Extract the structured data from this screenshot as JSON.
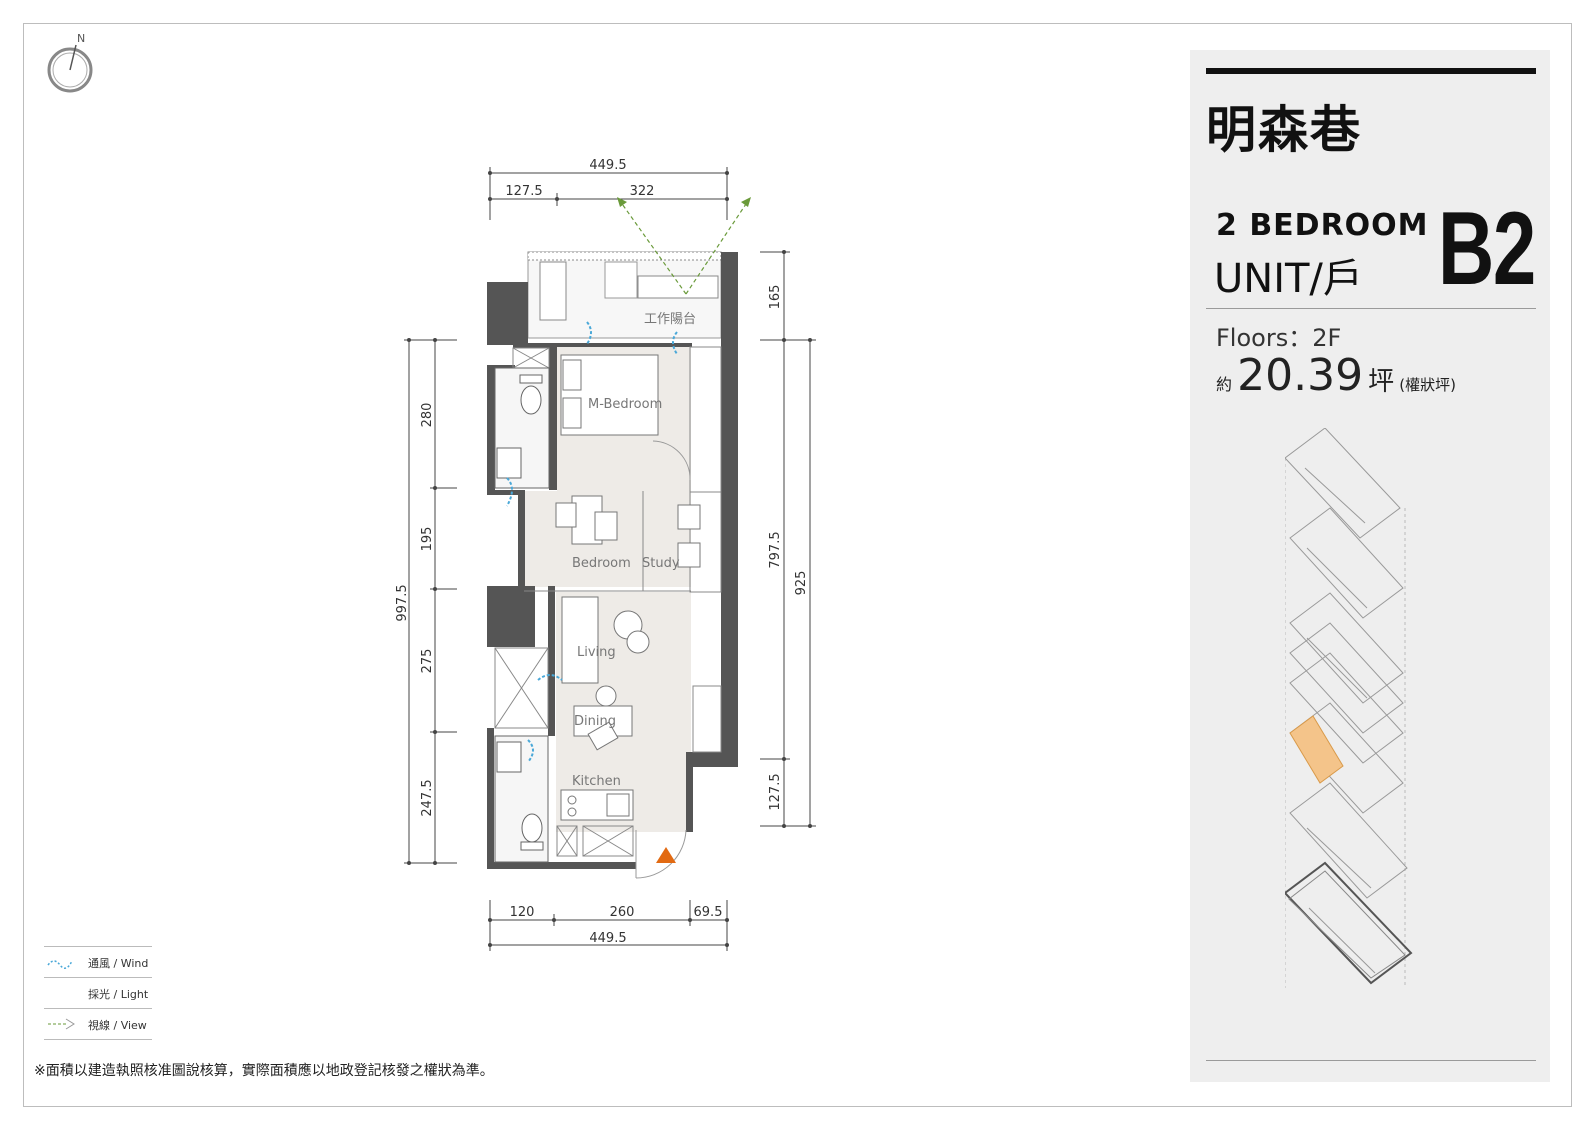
{
  "title": "明森巷",
  "unit": {
    "bedroom_label": "2  BEDROOM",
    "unit_label": "UNIT/戶",
    "code": "B2",
    "floors": "Floors：2F",
    "area_prefix": "約",
    "area_value": "20.39",
    "area_unit": "坪",
    "area_note": "(權狀坪)"
  },
  "compass": {
    "north_label": "N"
  },
  "rooms": {
    "balcony": "工作陽台",
    "master_bedroom": "M-Bedroom",
    "bedroom": "Bedroom",
    "study": "Study",
    "living": "Living",
    "dining": "Dining",
    "kitchen": "Kitchen"
  },
  "dimensions": {
    "top_total": "449.5",
    "top_left": "127.5",
    "top_right": "322",
    "bottom_left": "120",
    "bottom_mid": "260",
    "bottom_right": "69.5",
    "bottom_total": "449.5",
    "left_1": "280",
    "left_2": "195",
    "left_3": "275",
    "left_4": "247.5",
    "left_total": "997.5",
    "right_top": "165",
    "right_mid": "797.5",
    "right_bottom": "127.5",
    "right_total": "925"
  },
  "legend": {
    "wind": "通風 / Wind",
    "light": "採光 / Light",
    "view": "視線 / View"
  },
  "footnote": "※面積以建造執照核准圖說核算，實際面積應以地政登記核發之權狀為準。",
  "colors": {
    "wall": "#555555",
    "floor": "#eeebe7",
    "arrow": "#4aa8d8",
    "view_line": "#6a9a3a",
    "entry": "#e26a12",
    "highlight": "#f4c48a"
  }
}
